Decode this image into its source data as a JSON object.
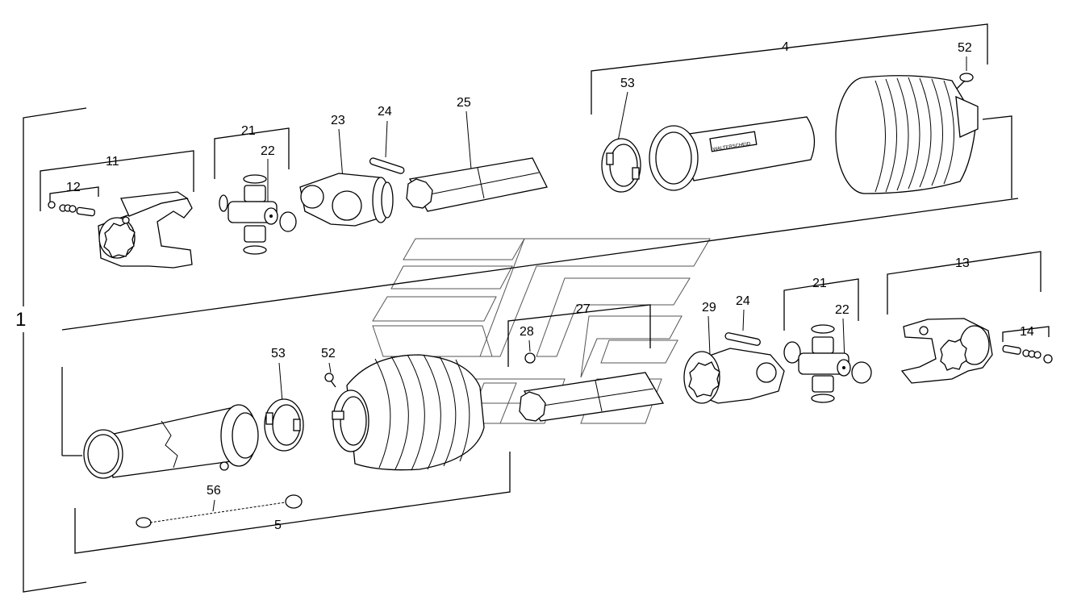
{
  "callouts": {
    "c1": "1",
    "c4": "4",
    "c5": "5",
    "c11": "11",
    "c12": "12",
    "c13": "13",
    "c14": "14",
    "c21_top": "21",
    "c21_bot": "21",
    "c22_top": "22",
    "c22_bot": "22",
    "c23": "23",
    "c24_top": "24",
    "c24_bot": "24",
    "c25": "25",
    "c27": "27",
    "c28": "28",
    "c29": "29",
    "c52_top": "52",
    "c52_bot": "52",
    "c53_top": "53",
    "c53_bot": "53",
    "c56": "56"
  },
  "brand_text": "WALTERSCHEID",
  "icons": [
    "yoke-icon",
    "cross-kit-icon",
    "tube-icon",
    "guard-cone-icon",
    "chain-icon",
    "watermark-logo"
  ]
}
